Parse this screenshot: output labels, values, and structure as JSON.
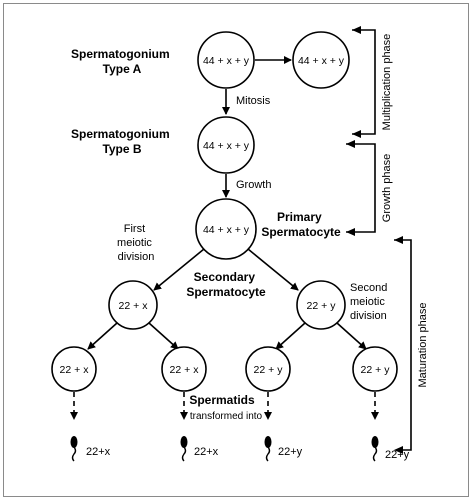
{
  "stages": {
    "spermatogonium_a": [
      "Spermatogonium",
      "Type A"
    ],
    "spermatogonium_b": [
      "Spermatogonium",
      "Type B"
    ],
    "primary": [
      "Primary",
      "Spermatocyte"
    ],
    "secondary": [
      "Secondary",
      "Spermatocyte"
    ],
    "spermatids": "Spermatids"
  },
  "cells": {
    "a1": "44 + x + y",
    "a2": "44 + x + y",
    "b": "44 + x + y",
    "primary": "44 + x + y",
    "sec_left": "22 + x",
    "sec_right": "22 + y",
    "t1": "22 + x",
    "t2": "22 + x",
    "t3": "22 + y",
    "t4": "22 + y"
  },
  "processes": {
    "mitosis": "Mitosis",
    "growth": "Growth",
    "first_meiotic": [
      "First",
      "meiotic",
      "division"
    ],
    "second_meiotic": [
      "Second",
      "meiotic",
      "division"
    ],
    "transformed": "transformed into"
  },
  "phases": {
    "multiplication": "Multiplication phase",
    "growth": "Growth phase",
    "maturation": "Maturation phase"
  },
  "sperm": [
    "22+x",
    "22+x",
    "22+y",
    "22+y"
  ]
}
